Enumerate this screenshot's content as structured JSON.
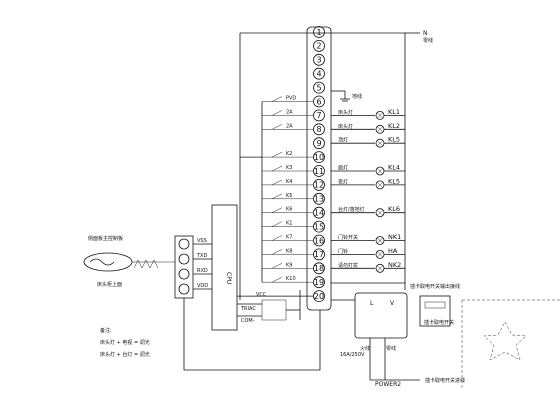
{
  "terminal_numbers": [
    "1",
    "2",
    "3",
    "4",
    "5",
    "6",
    "7",
    "8",
    "9",
    "10",
    "11",
    "12",
    "13",
    "14",
    "15",
    "16",
    "17",
    "18",
    "19",
    "20"
  ],
  "top_right": {
    "label1": "N",
    "label2": "零线"
  },
  "ground_label": "地线",
  "lamp_codes": [
    "KL1",
    "KL2",
    "KL5",
    "KL4",
    "KL5",
    "KL6",
    "NK1",
    "HA",
    "NK2"
  ],
  "lamp_labels": [
    "床头灯",
    "床头灯",
    "顶灯",
    "廊灯",
    "夜灯",
    "台灯/落地灯",
    "门铃开关",
    "门铃",
    "请勿打扰"
  ],
  "relay_labels": [
    "PVD",
    "2A",
    "2A",
    "K2",
    "K3",
    "K4",
    "K5",
    "K6",
    "K1",
    "K7",
    "K8",
    "K9",
    "K10"
  ],
  "cpu_label": "CPU",
  "port_labels": [
    "VSS",
    "TXD",
    "RXD",
    "VDD"
  ],
  "panel_title": "侧面板主控制板",
  "panel_note": "床头柜上面",
  "vcc_label": "VCC",
  "triac_label": "TRIAC",
  "com_label": "COM-",
  "power_labels": {
    "l": "L",
    "v": "V",
    "mark": "16A/250V",
    "fire": "火线",
    "zero": "零线"
  },
  "right_notes": [
    "插卡取电开关输出接线",
    "插卡取电开关"
  ],
  "power2": "POWER2",
  "power2_note": "插卡取电开关进线",
  "note_title": "备注:",
  "notes": [
    "床头灯 + 电视 = 调光",
    "床头灯 + 台灯 = 调光"
  ],
  "aux_labels": [
    "门铃开关",
    "门铃"
  ]
}
